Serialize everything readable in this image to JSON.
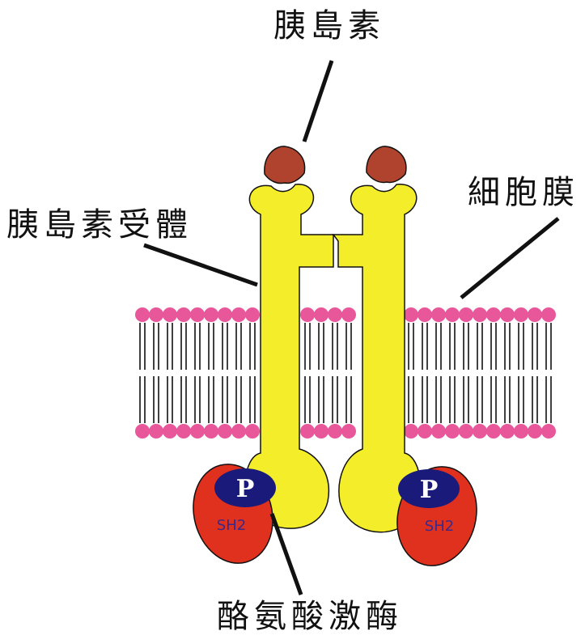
{
  "labels": {
    "insulin": "胰島素",
    "insulin_receptor": "胰島素受體",
    "cell_membrane": "細胞膜",
    "tyrosine_kinase": "酪氨酸激酶"
  },
  "markers": {
    "phosphate_left": "P",
    "phosphate_right": "P",
    "sh2_left": "SH2",
    "sh2_right": "SH2"
  },
  "colors": {
    "receptor": "#f4ee2a",
    "insulin": "#b0432e",
    "lipid_head": "#e8579a",
    "sh2_domain": "#e0301e",
    "phosphate": "#1a1a7a",
    "pointer": "#111111"
  }
}
